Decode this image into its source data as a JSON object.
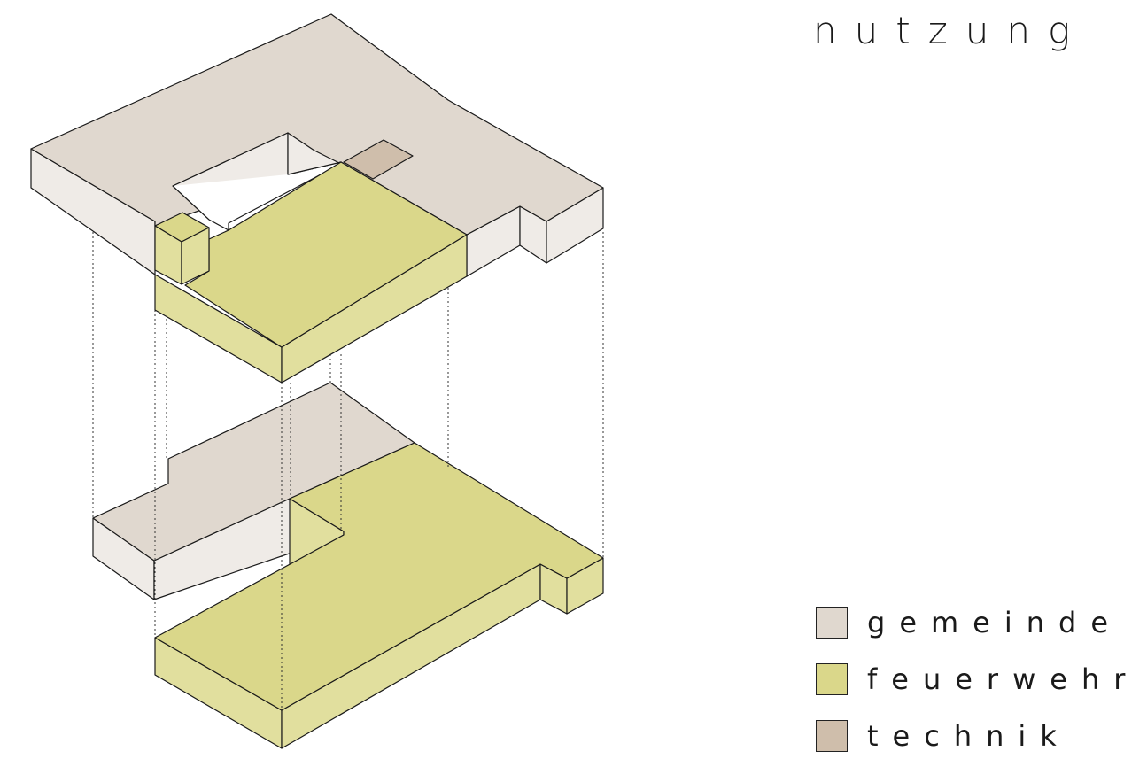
{
  "title": "nutzung",
  "colors": {
    "gemeinde_top": "#e0d8cf",
    "gemeinde_side": "#efebe7",
    "feuerwehr_top": "#dad78a",
    "feuerwehr_side": "#e1df9e",
    "technik": "#cfbeab",
    "line": "#1a1a1a"
  },
  "legend": [
    {
      "label": "gemeinde",
      "color": "#e0d8cf"
    },
    {
      "label": "feuerwehr",
      "color": "#dad78a"
    },
    {
      "label": "technik",
      "color": "#cfbeab"
    }
  ]
}
